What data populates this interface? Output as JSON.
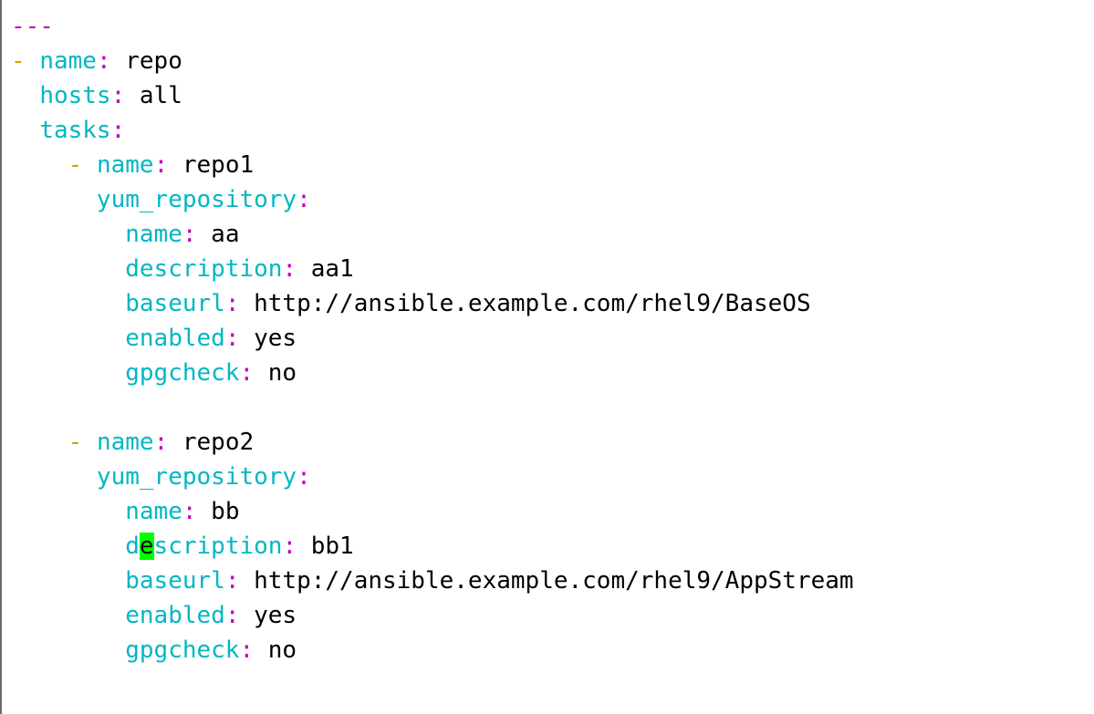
{
  "editor": {
    "lines": [
      {
        "indent": "",
        "doc": "---"
      },
      {
        "indent": "",
        "dash": "- ",
        "key": "name",
        "value": "repo"
      },
      {
        "indent": "  ",
        "key": "hosts",
        "value": "all"
      },
      {
        "indent": "  ",
        "key": "tasks",
        "value": ""
      },
      {
        "indent": "    ",
        "dash": "- ",
        "key": "name",
        "value": "repo1"
      },
      {
        "indent": "      ",
        "key": "yum_repository",
        "value": ""
      },
      {
        "indent": "        ",
        "key": "name",
        "value": "aa"
      },
      {
        "indent": "        ",
        "key": "description",
        "value": "aa1"
      },
      {
        "indent": "        ",
        "key": "baseurl",
        "value": "http://ansible.example.com/rhel9/BaseOS"
      },
      {
        "indent": "        ",
        "key": "enabled",
        "value": "yes"
      },
      {
        "indent": "        ",
        "key": "gpgcheck",
        "value": "no"
      },
      {
        "blank": true
      },
      {
        "indent": "    ",
        "dash": "- ",
        "key": "name",
        "value": "repo2"
      },
      {
        "indent": "      ",
        "key": "yum_repository",
        "value": ""
      },
      {
        "indent": "        ",
        "key": "name",
        "value": "bb"
      },
      {
        "indent": "        ",
        "key": "description",
        "value": "bb1",
        "cursor_index": 1
      },
      {
        "indent": "        ",
        "key": "baseurl",
        "value": "http://ansible.example.com/rhel9/AppStream"
      },
      {
        "indent": "        ",
        "key": "enabled",
        "value": "yes"
      },
      {
        "indent": "        ",
        "key": "gpgcheck",
        "value": "no"
      }
    ],
    "colors": {
      "key": "#00b7c3",
      "colon": "#c000c0",
      "dash": "#c8a800",
      "value": "#000000",
      "cursor": "#00ff00"
    }
  }
}
